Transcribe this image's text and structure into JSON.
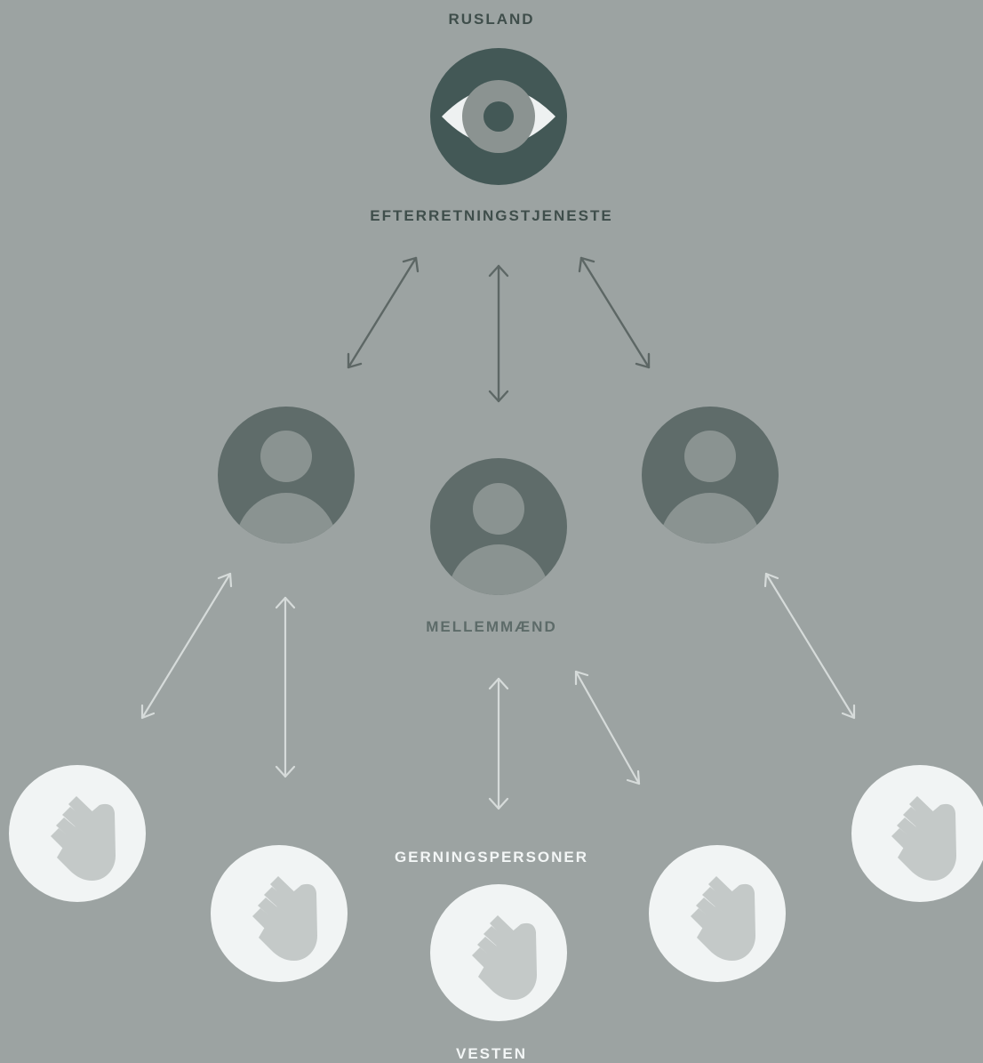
{
  "labels": {
    "top_region": "RUSLAND",
    "agency": "EFTERRETNINGSTJENESTE",
    "intermediaries": "MELLEMMÆND",
    "perpetrators": "GERNINGSPERSONER",
    "bottom_region": "VESTEN"
  },
  "colors": {
    "background": "#9ca3a2",
    "eye_circle": "#435856",
    "person_circle": "#5f6c6a",
    "person_figure": "#8a9391",
    "hand_circle": "#f1f4f4",
    "hand": "#c4c9c8",
    "dark_arrow": "#5d6765",
    "light_arrow": "#d6dbda"
  },
  "icons": {
    "agency": "eye-icon",
    "intermediary": "person-icon",
    "perpetrator": "hand-icon"
  }
}
